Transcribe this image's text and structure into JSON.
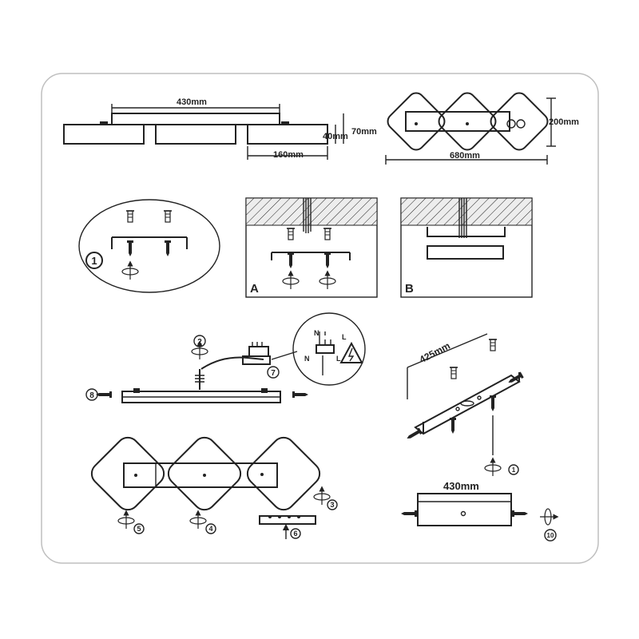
{
  "dims": {
    "top_width": "430mm",
    "height_total": "70mm",
    "height_body": "40mm",
    "panel_width": "160mm",
    "front_height": "200mm",
    "front_width": "680mm",
    "bracket_span": "425mm",
    "mount_width": "430mm"
  },
  "panels": {
    "A": "A",
    "B": "B"
  },
  "steps": [
    "1",
    "2",
    "3",
    "4",
    "5",
    "6",
    "7",
    "8",
    "1",
    "10"
  ],
  "wiring": {
    "n": "N",
    "l": "L",
    "n2": "N",
    "l2": "L"
  },
  "colors": {
    "line": "#222222",
    "frame": "#bfbfbf",
    "hatch_fill": "#e6e6e6"
  },
  "icons": [
    "screw-icon",
    "wall-plug-icon",
    "rotate-arrow-icon",
    "high-voltage-warning-icon",
    "terminal-block-icon"
  ]
}
